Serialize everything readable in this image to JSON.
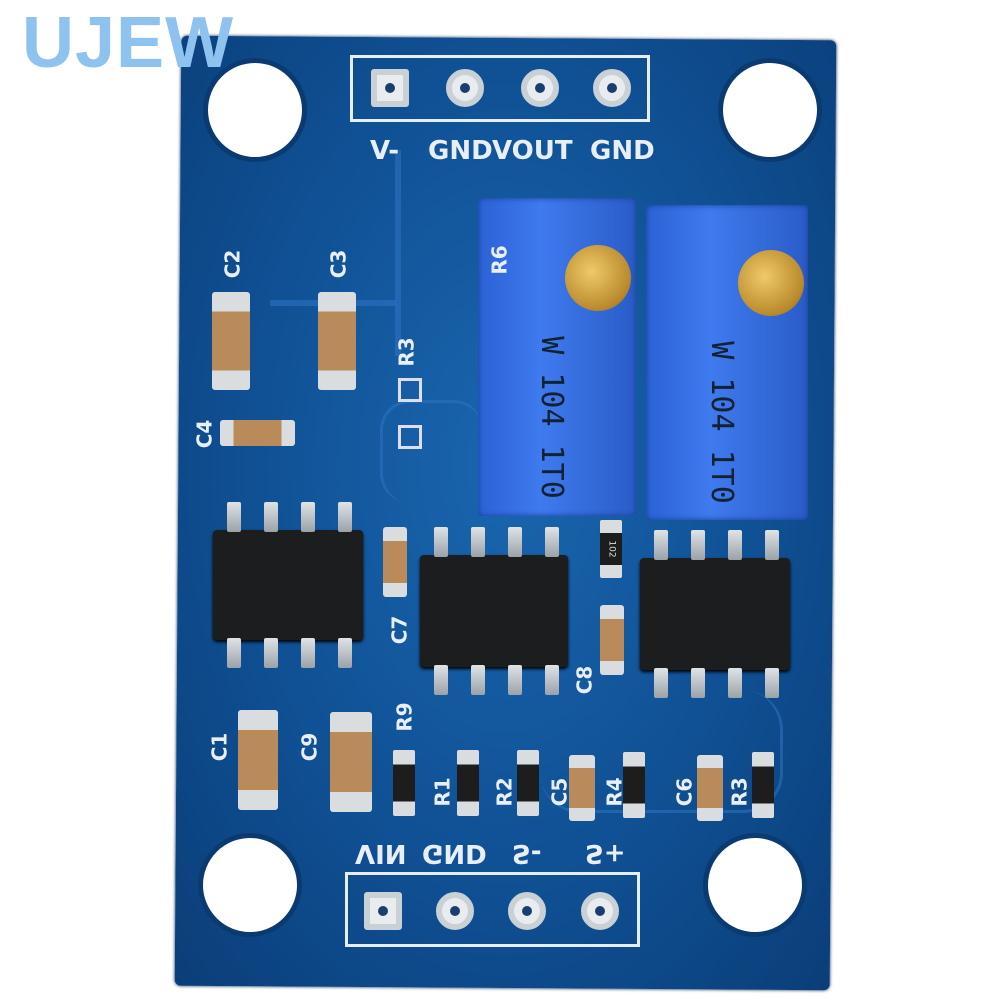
{
  "watermark": "UJEW",
  "top_header_labels": [
    "V-",
    "GND",
    "VOUT",
    "GND"
  ],
  "bottom_header_labels": [
    "VIN",
    "GND",
    "S-",
    "S+"
  ],
  "component_labels": {
    "c2": "C2",
    "c3": "C3",
    "r3_top": "R3",
    "c4": "C4",
    "c7": "C7",
    "c8": "C8",
    "c1": "C1",
    "c9": "C9",
    "r9": "R9",
    "r1": "R1",
    "r2": "R2",
    "c5": "C5",
    "r4": "R4",
    "c6": "C6",
    "r3_bottom": "R3",
    "r6": "R6"
  },
  "potentiometers": [
    {
      "text": "W 104 1T0"
    },
    {
      "text": "W 104 1T0"
    }
  ],
  "resistor_code": "102",
  "colors": {
    "board": "#0f4e91",
    "potentiometer": "#3a72e6",
    "watermark": "#8ec2ef"
  }
}
